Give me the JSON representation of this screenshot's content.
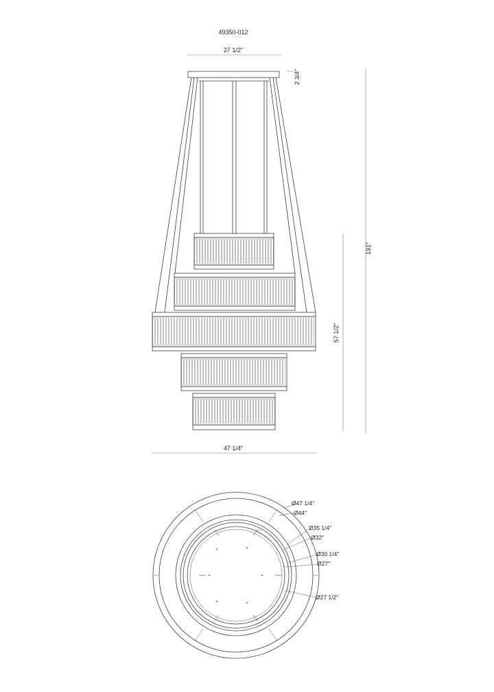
{
  "model_number": "49350-012",
  "elevation": {
    "top_width": "27 1/2″",
    "canopy_height": "2 3/4″",
    "overall_height": "191″",
    "body_height": "57 1/2″",
    "max_width": "47 1/4″"
  },
  "plan": {
    "diameters": [
      "Ø47 1/4″",
      "Ø44″",
      "Ø35 1/4″",
      "Ø32″",
      "Ø30 1/4″",
      "Ø27″",
      "Ø27 1/2″"
    ]
  },
  "colors": {
    "line": "#3a3a3a",
    "accent": "#2e9e4f"
  }
}
